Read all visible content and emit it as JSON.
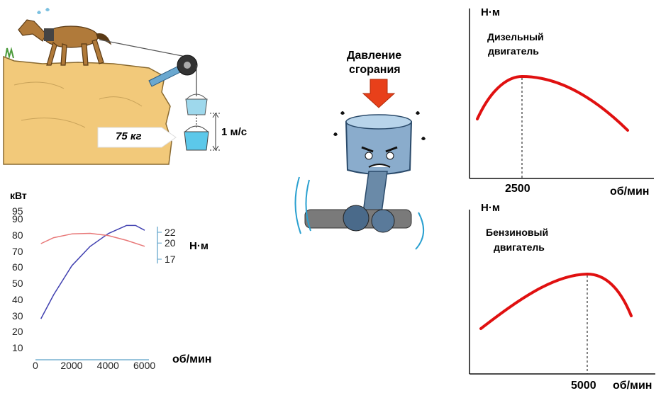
{
  "horse_panel": {
    "mass_label": "75 кг",
    "speed_label": "1 м/с"
  },
  "piston_panel": {
    "pressure_label_line1": "Давление",
    "pressure_label_line2": "сгорания"
  },
  "power_chart": {
    "y_unit": "кВт",
    "x_unit": "об/мин",
    "right_unit": "Н·м",
    "y_ticks": [
      "95",
      "90",
      "80",
      "70",
      "60",
      "50",
      "40",
      "30",
      "20",
      "10"
    ],
    "x_ticks": [
      "0",
      "2000",
      "4000",
      "6000"
    ],
    "right_ticks": [
      "22",
      "20",
      "17"
    ]
  },
  "diesel_chart": {
    "y_unit": "Н·м",
    "title_line1": "Дизельный",
    "title_line2": "двигатель",
    "peak_label": "2500",
    "x_unit": "об/мин"
  },
  "petrol_chart": {
    "y_unit": "Н·м",
    "title_line1": "Бензиновый",
    "title_line2": "двигатель",
    "peak_label": "5000",
    "x_unit": "об/мин"
  },
  "chart_data": [
    {
      "type": "line",
      "title": "",
      "xlabel": "об/мин",
      "ylabel": "кВт",
      "xlim": [
        0,
        6000
      ],
      "ylim": [
        10,
        95
      ],
      "y2label": "Н·м",
      "y2ticks": [
        17,
        20,
        22
      ],
      "series": [
        {
          "axis": "left",
          "color": "#4040b0",
          "x": [
            300,
            1000,
            2000,
            3000,
            4000,
            5000,
            5500,
            6000
          ],
          "y": [
            28,
            43,
            61,
            73,
            81,
            86,
            86,
            83
          ]
        },
        {
          "axis": "right",
          "color": "#e87878",
          "x": [
            300,
            1000,
            2000,
            3000,
            4000,
            5000,
            6000
          ],
          "y": [
            19.9,
            21.0,
            21.7,
            21.8,
            21.4,
            20.5,
            19.4
          ]
        }
      ]
    },
    {
      "type": "line",
      "title": "Дизельный двигатель",
      "xlabel": "об/мин",
      "ylabel": "Н·м",
      "marked_x": 2500,
      "series": [
        {
          "color": "#e01010",
          "shape": "peak at 2500 об/мин"
        }
      ]
    },
    {
      "type": "line",
      "title": "Бензиновый двигатель",
      "xlabel": "об/мин",
      "ylabel": "Н·м",
      "marked_x": 5000,
      "series": [
        {
          "color": "#e01010",
          "shape": "peak at 5000 об/мин"
        }
      ]
    }
  ]
}
